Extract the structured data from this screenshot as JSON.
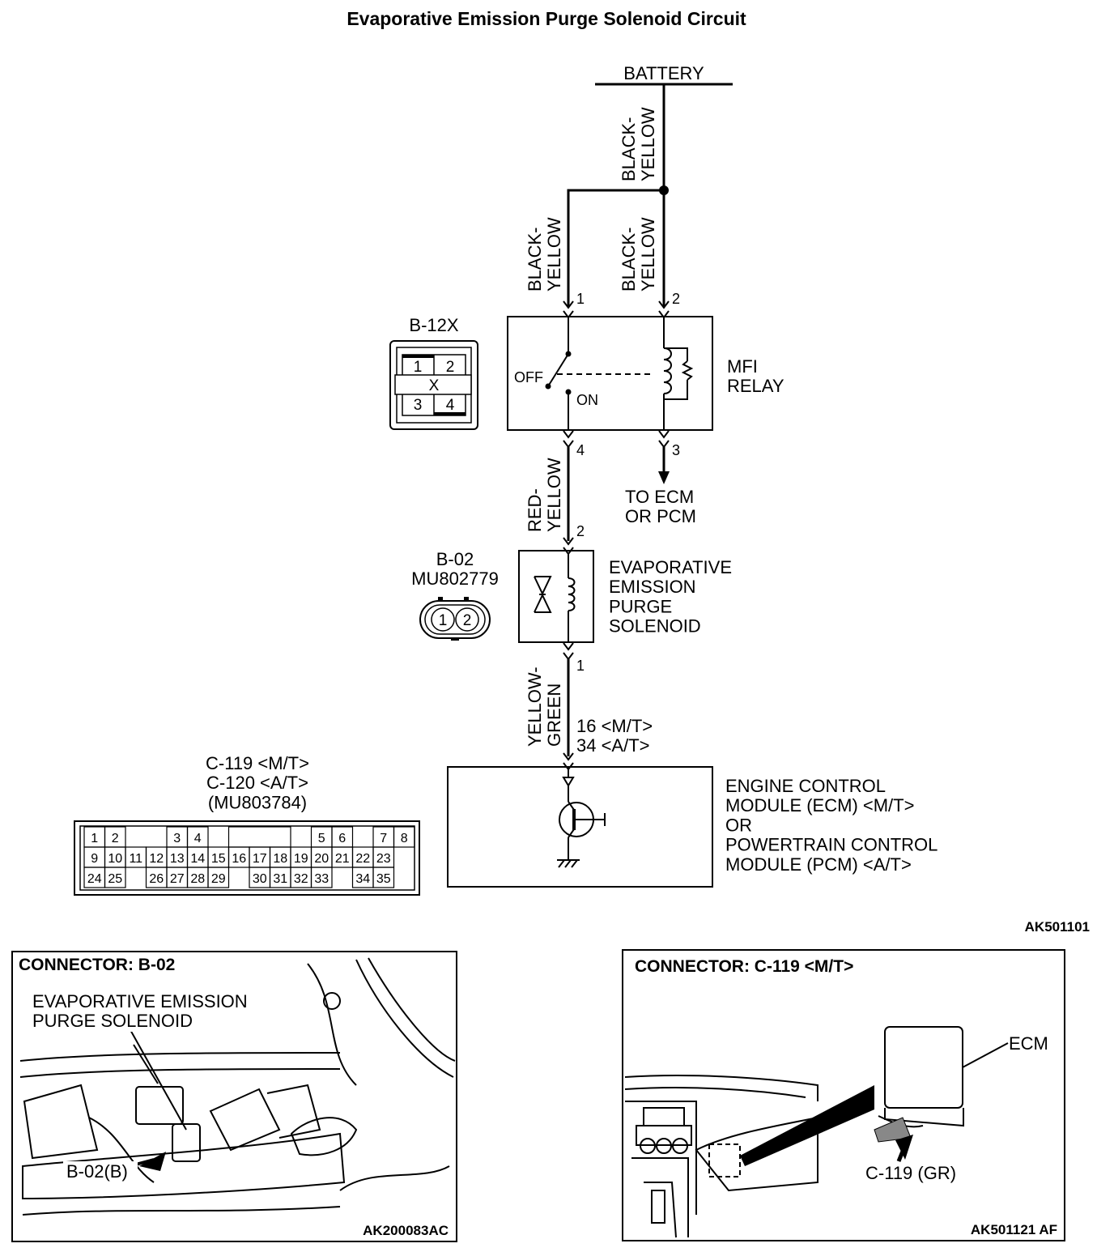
{
  "title": "Evaporative Emission Purge Solenoid  Circuit",
  "battery_label": "BATTERY",
  "wires": {
    "battery_feed": "BLACK-\nYELLOW",
    "relay_pin1": "BLACK-\nYELLOW",
    "relay_pin2": "BLACK-\nYELLOW",
    "relay_to_solenoid": "RED-\nYELLOW",
    "solenoid_to_ecm": "YELLOW-\nGREEN"
  },
  "relay": {
    "name": "MFI\nRELAY",
    "connector": "B-12X",
    "pins": [
      "1",
      "2",
      "4",
      "3"
    ],
    "switch_off": "OFF",
    "switch_on": "ON",
    "connector_face": [
      "1",
      "2",
      "X",
      "3",
      "4"
    ],
    "to_ecm": "TO ECM\nOR PCM"
  },
  "solenoid": {
    "name": "EVAPORATIVE\nEMISSION\nPURGE\nSOLENOID",
    "connector": "B-02",
    "part_no": "MU802779",
    "pins": [
      "2",
      "1"
    ],
    "connector_face": [
      "1",
      "2"
    ]
  },
  "ecm": {
    "name": "ENGINE CONTROL\nMODULE (ECM) <M/T>\nOR\nPOWERTRAIN CONTROL\nMODULE (PCM) <A/T>",
    "pin_label": "16 <M/T>\n34 <A/T>",
    "connector_label": "C-119 <M/T>\nC-120 <A/T>\n(MU803784)",
    "connector_rows": [
      [
        "1",
        "2",
        "",
        "3",
        "4",
        "",
        "",
        "",
        "",
        "",
        "",
        "5",
        "6",
        "",
        "7",
        "8"
      ],
      [
        "9",
        "10",
        "11",
        "12",
        "13",
        "14",
        "15",
        "16",
        "17",
        "18",
        "19",
        "20",
        "21",
        "22",
        "23"
      ],
      [
        "24",
        "25",
        "",
        "26",
        "27",
        "28",
        "29",
        "",
        "30",
        "31",
        "32",
        "33",
        "",
        "34",
        "35"
      ]
    ]
  },
  "diagram_code": "AK501101",
  "panel_left": {
    "title": "CONNECTOR: B-02",
    "caption": "EVAPORATIVE EMISSION\nPURGE SOLENOID",
    "callout": "B-02(B)",
    "code": "AK200083AC"
  },
  "panel_right": {
    "title": "CONNECTOR: C-119 <M/T>",
    "ecm_label": "ECM",
    "callout": "C-119 (GR)",
    "code": "AK501121 AF"
  }
}
